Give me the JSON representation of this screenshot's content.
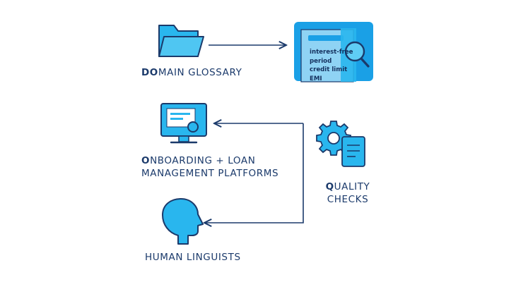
{
  "nodes": {
    "glossary": {
      "label_bold": "DO",
      "label_rest": "MAIN GLOSSARY"
    },
    "platforms": {
      "line1_bold": "O",
      "line1_rest": "NBOARDING + LOAN",
      "line2": "MANAGEMENT PLATFORMS"
    },
    "quality": {
      "line1_bold": "Q",
      "line1_rest": "UALITY",
      "line2": "CHECKS"
    },
    "linguists": {
      "label": "HUMAN LINGUISTS"
    }
  },
  "glossary_doc": {
    "terms": [
      "interest-free",
      "period",
      "credit limit",
      "EMI"
    ]
  },
  "icons": {
    "glossary": "folder-icon",
    "doc": "document-magnifier-icon",
    "platforms": "monitor-icon",
    "quality": "gear-document-icon",
    "linguists": "human-head-icon"
  },
  "colors": {
    "icon_fill": "#29b6ee",
    "icon_stroke": "#1b3a6b",
    "doc_fill": "#8fd3f4",
    "card_bg": "#1aa0e6",
    "text": "#1b3a6b"
  }
}
